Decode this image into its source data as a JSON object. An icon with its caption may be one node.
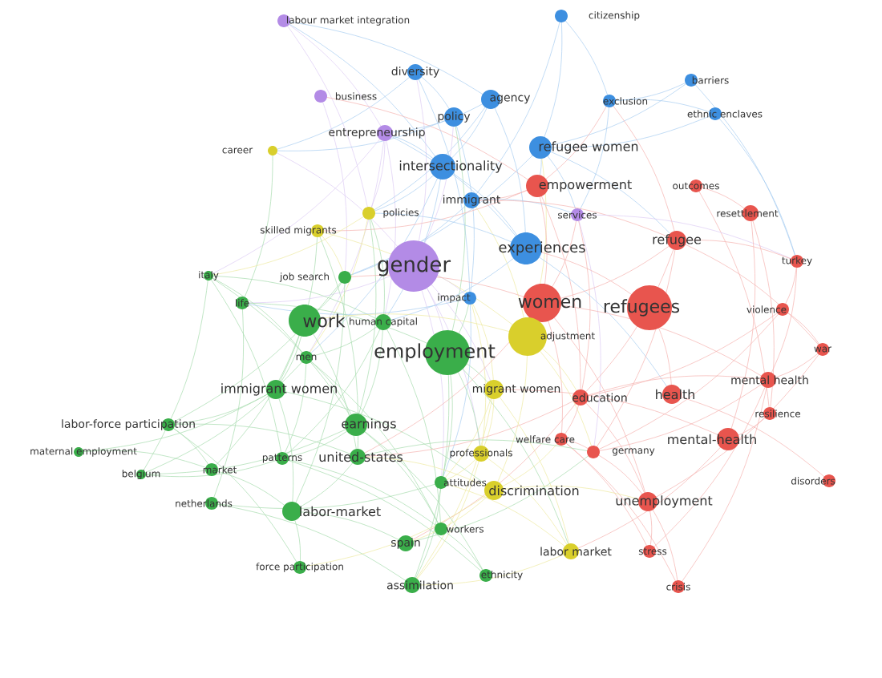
{
  "diagram": {
    "labels": [
      "labour market integration",
      "citizenship",
      "diversity",
      "business",
      "agency",
      "barriers",
      "policy",
      "exclusion",
      "entrepreneurship",
      "ethnic enclaves",
      "career",
      "refugee women",
      "intersectionality",
      "empowerment",
      "outcomes",
      "immigrant",
      "policies",
      "services",
      "resettlement",
      "skilled migrants",
      "experiences",
      "refugee",
      "gender",
      "turkey",
      "italy",
      "job search",
      "impact",
      "women",
      "refugees",
      "violence",
      "life",
      "work",
      "human capital",
      "adjustment",
      "employment",
      "war",
      "men",
      "immigrant women",
      "migrant women",
      "education",
      "health",
      "mental health",
      "resilience",
      "labor-force participation",
      "earnings",
      "welfare care",
      "mental-health",
      "maternal employment",
      "patterns",
      "united-states",
      "professionals",
      "germany",
      "belgium",
      "market",
      "attitudes",
      "discrimination",
      "disorders",
      "unemployment",
      "netherlands",
      "labor-market",
      "workers",
      "spain",
      "labor market",
      "stress",
      "ethnicity",
      "force participation",
      "assimilation",
      "crisis"
    ]
  }
}
